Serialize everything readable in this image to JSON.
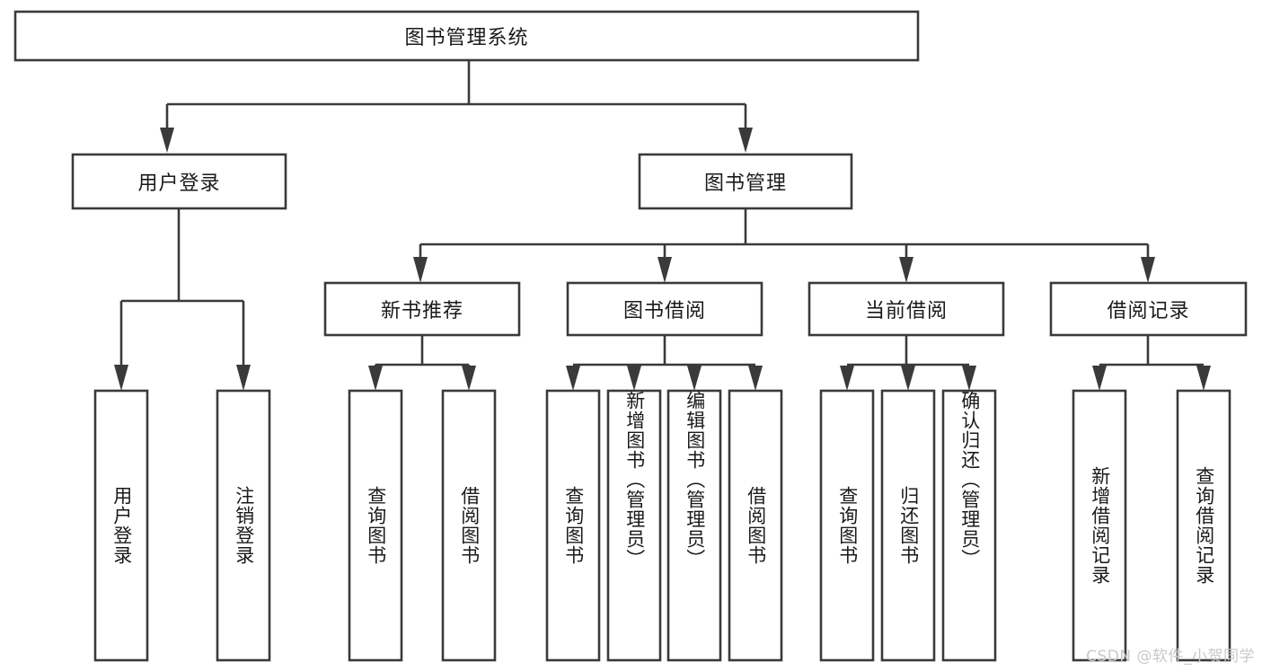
{
  "diagram": {
    "type": "tree",
    "title": "图书管理系统",
    "colors": {
      "box_stroke": "#3a3a3a",
      "box_fill": "#ffffff",
      "text": "#1a1a1a",
      "background": "#ffffff",
      "watermark": "#c9c9c9"
    },
    "root": {
      "label": "图书管理系统"
    },
    "level2": [
      {
        "label": "用户登录"
      },
      {
        "label": "图书管理"
      }
    ],
    "level3": [
      {
        "label": "新书推荐"
      },
      {
        "label": "图书借阅"
      },
      {
        "label": "当前借阅"
      },
      {
        "label": "借阅记录"
      }
    ],
    "leaves": {
      "user_login": [
        {
          "label": "用户登录"
        },
        {
          "label": "注销登录"
        }
      ],
      "new_book_recommend": [
        {
          "label": "查询图书"
        },
        {
          "label": "借阅图书"
        }
      ],
      "book_borrow": [
        {
          "label": "查询图书"
        },
        {
          "label": "新增图书（管理员）"
        },
        {
          "label": "编辑图书（管理员）"
        },
        {
          "label": "借阅图书"
        }
      ],
      "current_borrow": [
        {
          "label": "查询图书"
        },
        {
          "label": "归还图书"
        },
        {
          "label": "确认归还（管理员）"
        }
      ],
      "borrow_record": [
        {
          "label": "新增借阅记录"
        },
        {
          "label": "查询借阅记录"
        }
      ]
    }
  },
  "watermark": {
    "text": "CSDN @软件_小贺同学"
  }
}
